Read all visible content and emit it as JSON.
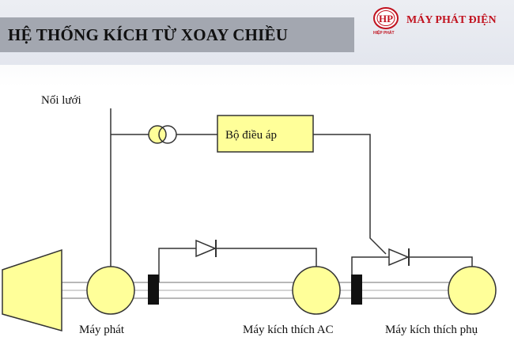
{
  "header": {
    "title": "HỆ THỐNG KÍCH TỪ XOAY CHIỀU"
  },
  "brand": {
    "logo_letters": "HP",
    "name": "MÁY PHÁT ĐIỆN",
    "subtitle": "HIỆP PHÁT",
    "color": "#c1121f"
  },
  "diagram": {
    "grid_label": "Nối lưới",
    "regulator_label": "Bộ điều áp",
    "generator_label": "Máy phát",
    "ac_exciter_label": "Máy kích thích AC",
    "pilot_exciter_label": "Máy kích thích phụ",
    "component_fill": "#ffff99",
    "line_color": "#333333"
  }
}
